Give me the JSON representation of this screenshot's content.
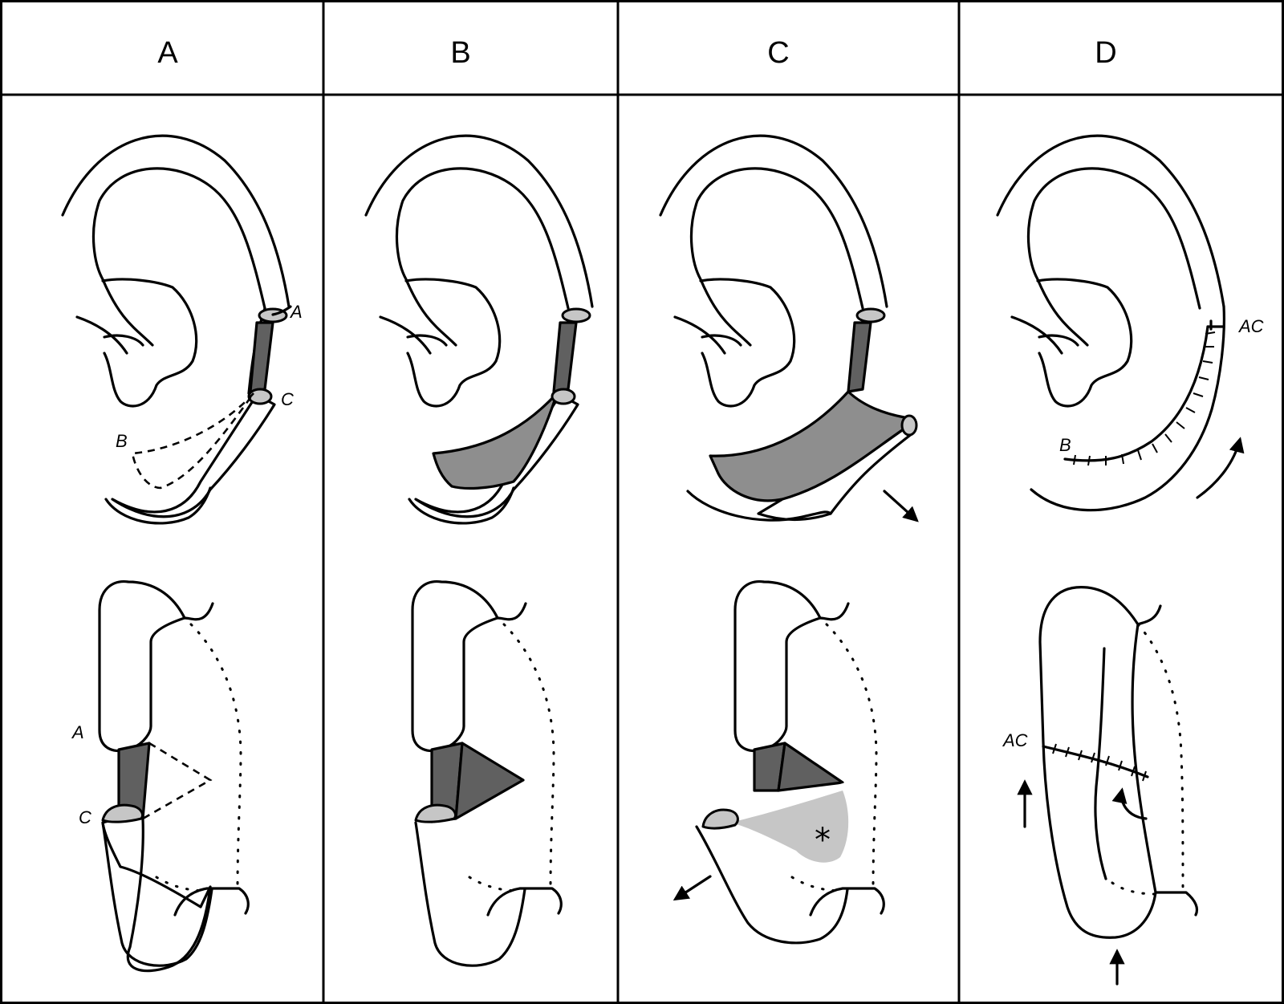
{
  "panels": [
    {
      "header": "A",
      "labels": {
        "a": "A",
        "b": "B",
        "c": "C",
        "a_lower": "A",
        "c_lower": "C"
      }
    },
    {
      "header": "B"
    },
    {
      "header": "C",
      "labels": {
        "asterisk": "*"
      }
    },
    {
      "header": "D",
      "labels": {
        "ac_upper": "AC",
        "b": "B",
        "ac_lower": "AC"
      }
    }
  ],
  "colors": {
    "dark_gray": "#606060",
    "mid_gray": "#8e8e8e",
    "light_gray": "#c6c6c6",
    "line": "#000000",
    "background": "#ffffff"
  }
}
